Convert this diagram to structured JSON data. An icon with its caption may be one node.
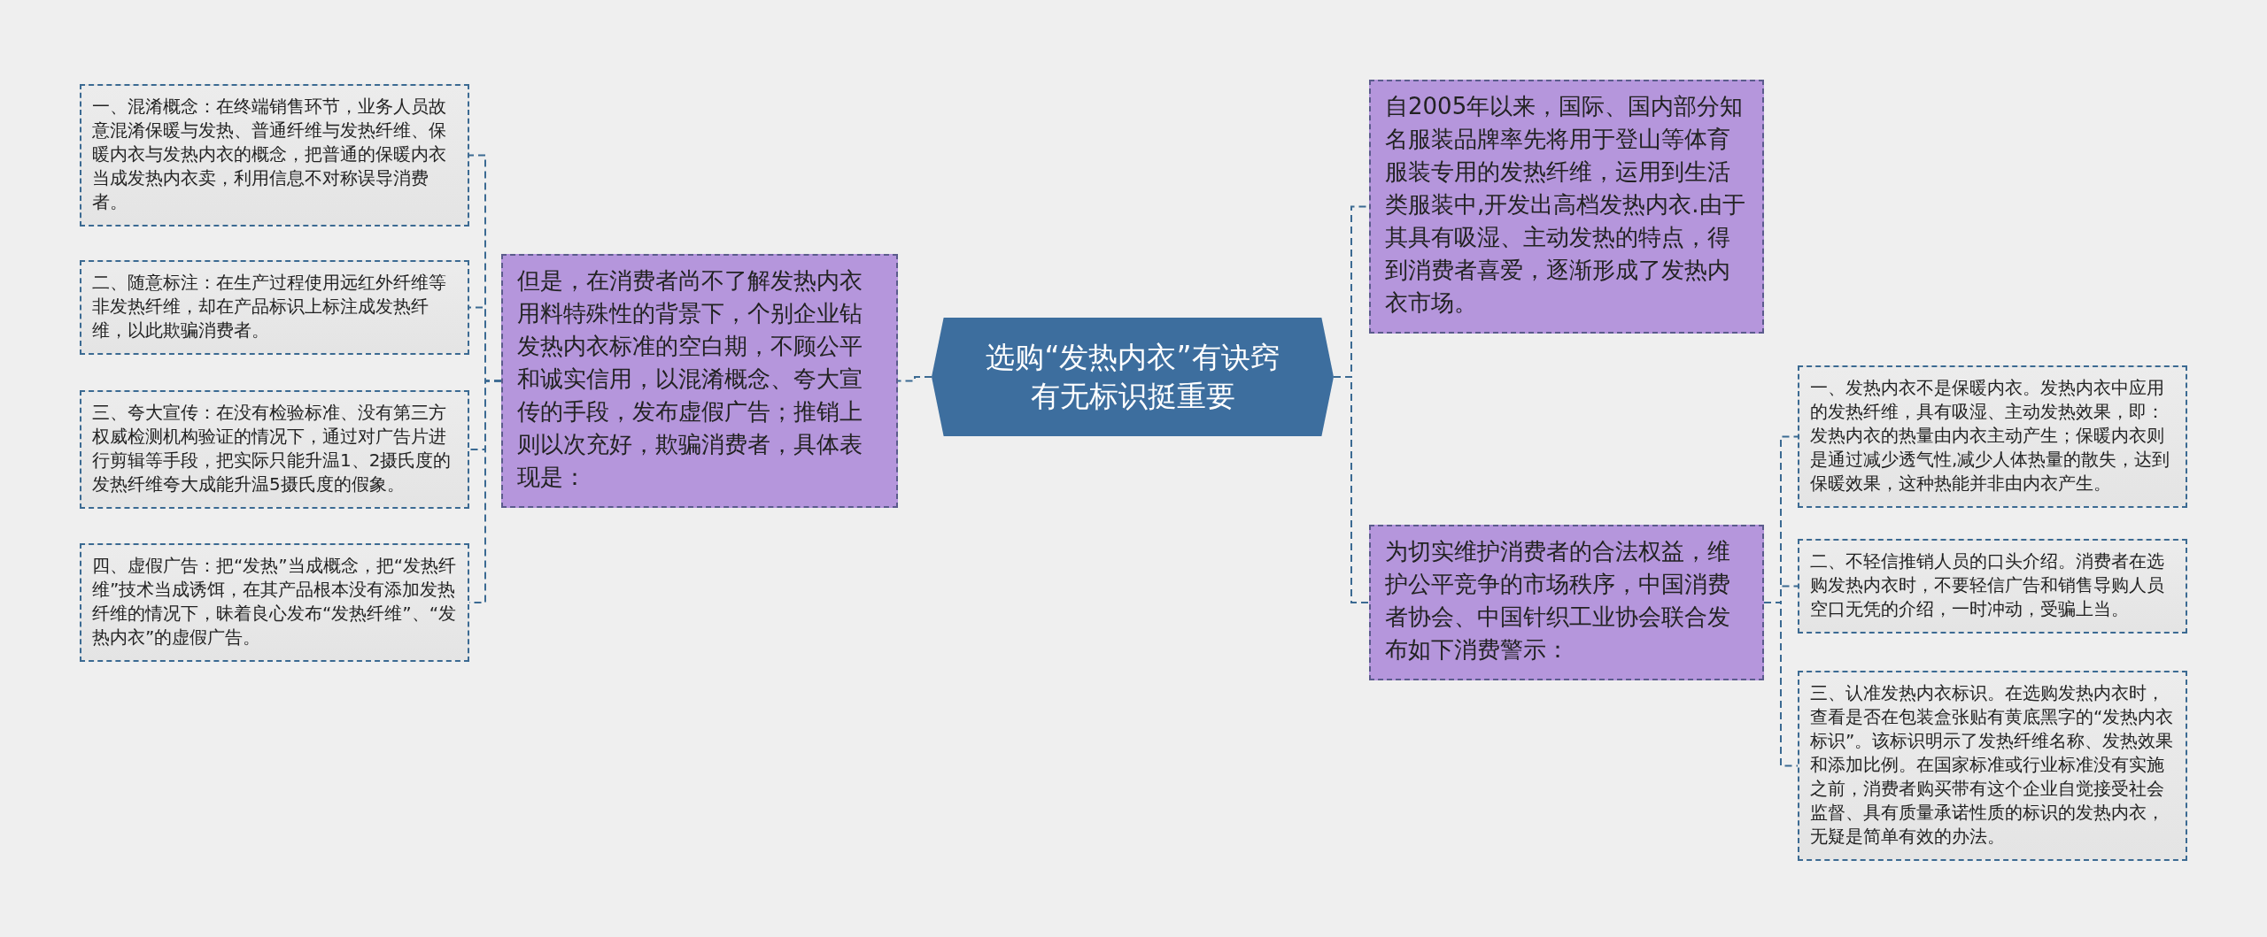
{
  "diagram": {
    "nodes": [
      {
        "text": [
          "选购“发热内衣”有诀窍有无标识挺重要"
        ]
      },
      {
        "text": [
          "但是，在消费者尚不了解发热内衣用料特殊性的背景下，个别企业钻发热内衣标准的空白期，不顾公平和诚实信用，以混淆概念、夸大宣传的手段，发布虚假广告；推销上则以次充好，欺骗消费者，具体表现是："
        ]
      },
      {
        "text": [
          "一、混淆概念：在终端销售环节，业务人员故意混淆保暖与发热、普通纤维与发热纤维、保暖内衣与发热内衣的概念，把普通的保暖内衣当成发热内衣卖，利用信息不对称误导消费者。"
        ]
      },
      {
        "text": [
          "二、随意标注：在生产过程使用远红外纤维等非发热纤维，却在产品标识上标注成发热纤维，以此欺骗消费者。"
        ]
      },
      {
        "text": [
          "三、夸大宣传：在没有检验标准、没有第三方权威检测机构验证的情况下，通过对广告片进行剪辑等手段，把实际只能升温1、2摄氏度的发热纤维夸大成能升温5摄氏度的假象。"
        ]
      },
      {
        "text": [
          "四、虚假广告：把“发热”当成概念，把“发热纤维”技术当成诱饵，在其产品根本没有添加发热纤维的情况下，昧着良心发布“发热纤维”、“发热内衣”的虚假广告。"
        ]
      },
      {
        "text": [
          "自2005年以来，国际、国内部分知名服装品牌率先将用于登山等体育服装专用的发热纤维，运用到生活类服装中,开发出高档发热内衣.由于其具有吸湿、主动发热的特点，得到消费者喜爱，逐渐形成了发热内衣市场。"
        ]
      },
      {
        "text": [
          "为切实维护消费者的合法权益，维护公平竞争的市场秩序，中国消费者协会、中国针织工业协会联合发布如下消费警示："
        ]
      },
      {
        "text": [
          "一、发热内衣不是保暖内衣。发热内衣中应用的发热纤维，具有吸湿、主动发热效果，即：发热内衣的热量由内衣主动产生；保暖内衣则是通过减少透气性,减少人体热量的散失，达到保暖效果，这种热能并非由内衣产生。"
        ]
      },
      {
        "text": [
          "二、不轻信推销人员的口头介绍。消费者在选购发热内衣时，不要轻信广告和销售导购人员空口无凭的介绍，一时冲动，受骗上当。"
        ]
      },
      {
        "text": [
          "三、认准发热内衣标识。在选购发热内衣时，查看是否在包装盒张贴有黄底黑字的“发热内衣标识”。该标识明示了发热纤维名称、发热效果和添加比例。在国家标准或行业标准没有实施之前，消费者购买带有这个企业自觉接受社会监督、具有质量承诺性质的标识的发热内衣，无疑是简单有效的办法。"
        ]
      }
    ],
    "edges": [
      {
        "from": 0,
        "to": 1,
        "arrow": "none"
      },
      {
        "from": 1,
        "to": 2,
        "arrow": "none"
      },
      {
        "from": 1,
        "to": 3,
        "arrow": "none"
      },
      {
        "from": 1,
        "to": 4,
        "arrow": "none"
      },
      {
        "from": 1,
        "to": 5,
        "arrow": "none"
      },
      {
        "from": 0,
        "to": 6,
        "arrow": "none"
      },
      {
        "from": 0,
        "to": 7,
        "arrow": "none"
      },
      {
        "from": 7,
        "to": 8,
        "arrow": "none"
      },
      {
        "from": 7,
        "to": 9,
        "arrow": "none"
      },
      {
        "from": 7,
        "to": 10,
        "arrow": "none"
      }
    ]
  }
}
